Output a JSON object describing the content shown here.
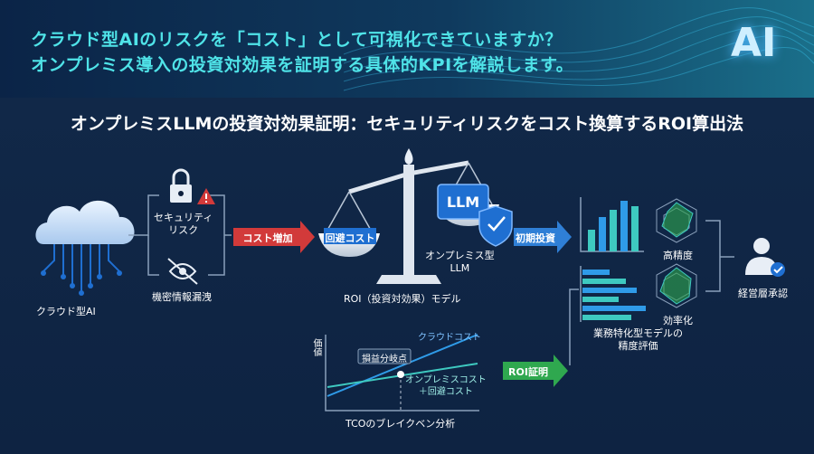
{
  "header": {
    "line1": "クラウド型AIのリスクを「コスト」として可視化できていますか？",
    "line2": "オンプレミス導入の投資対効果を証明する具体的KPIを解説します。",
    "badge": "AI"
  },
  "main": {
    "title": "オンプレミスLLMの投資対効果証明：セキュリティリスクをコスト換算するROI算出法"
  },
  "cloud": {
    "label": "クラウド型AI"
  },
  "risks": {
    "security_line1": "セキュリティ",
    "security_line2": "リスク",
    "leak": "機密情報漏洩"
  },
  "arrows": {
    "cost_increase": "コスト増加",
    "initial_investment": "初期投資",
    "roi_proof": "ROI証明"
  },
  "scale": {
    "avoid_cost": "回避コスト",
    "llm": "LLM",
    "onprem_line1": "オンプレミス型",
    "onprem_line2": "LLM",
    "caption": "ROI（投資対効果）モデル"
  },
  "tco": {
    "ylabel": "価値",
    "cloud_cost": "クラウドコスト",
    "breakeven": "損益分岐点",
    "onprem_line1": "オンプレミスコスト",
    "onprem_line2": "＋回避コスト",
    "caption": "TCOのブレイクベン分析"
  },
  "eval": {
    "precision": "高精度",
    "efficiency": "効率化",
    "caption_line1": "業務特化型モデルの",
    "caption_line2": "精度評価"
  },
  "approval": {
    "label": "経営層承認"
  },
  "colors": {
    "accent": "#4fe3e8",
    "red_arrow": "#d23a3a",
    "blue_arrow": "#2f7fd6",
    "green_arrow": "#2fa84f",
    "cloud_line": "#2f9be8",
    "onprem_line": "#3ec9c0"
  }
}
